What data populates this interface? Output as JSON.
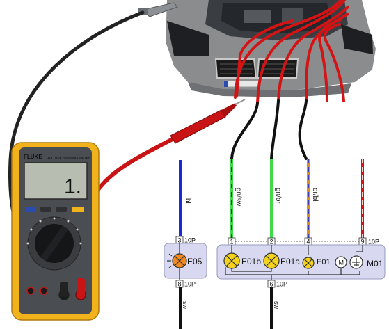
{
  "multimeter": {
    "display_value": "1.",
    "brand": "FLUKE",
    "model": "115 TRUE RMS MULTIMETER"
  },
  "components": [
    {
      "id": "E05",
      "label": "E05"
    },
    {
      "id": "E01b",
      "label": "E01b"
    },
    {
      "id": "E01a",
      "label": "E01a"
    },
    {
      "id": "E01",
      "label": "E01"
    },
    {
      "id": "M01",
      "label": "M01",
      "motor_symbol": "M"
    }
  ],
  "wires": [
    {
      "id": "w-e05-top",
      "color_code": "bl",
      "color": "#1a2bd6"
    },
    {
      "id": "w-e05-bottom",
      "color_code": "sw",
      "color": "#111111"
    },
    {
      "id": "w-pin1",
      "color_code": "gn/sw",
      "color": "#3fd94a"
    },
    {
      "id": "w-pin2",
      "color_code": "gn/or",
      "color": "#3fd94a"
    },
    {
      "id": "w-pin4",
      "color_code": "or/bl",
      "color": "#e08a2a"
    },
    {
      "id": "w-main-bottom",
      "color_code": "sw",
      "color": "#111111"
    }
  ],
  "connector_pins": {
    "e05_top": {
      "num": "3",
      "type": "10P"
    },
    "e05_bottom": {
      "num": "8",
      "type": "10P"
    },
    "p1": {
      "num": "1"
    },
    "p2": {
      "num": "2"
    },
    "p4": {
      "num": "4"
    },
    "p9": {
      "num": "9",
      "type": "10P"
    },
    "main_bottom": {
      "num": "6",
      "type": "10P"
    }
  },
  "colors": {
    "probe_red": "#c81414",
    "probe_black": "#222222",
    "lamp_yellow": "#f5d21c",
    "lamp_orange": "#f08a1e",
    "housing": "#d8d8f0",
    "meter_body": "#f2b21c"
  }
}
